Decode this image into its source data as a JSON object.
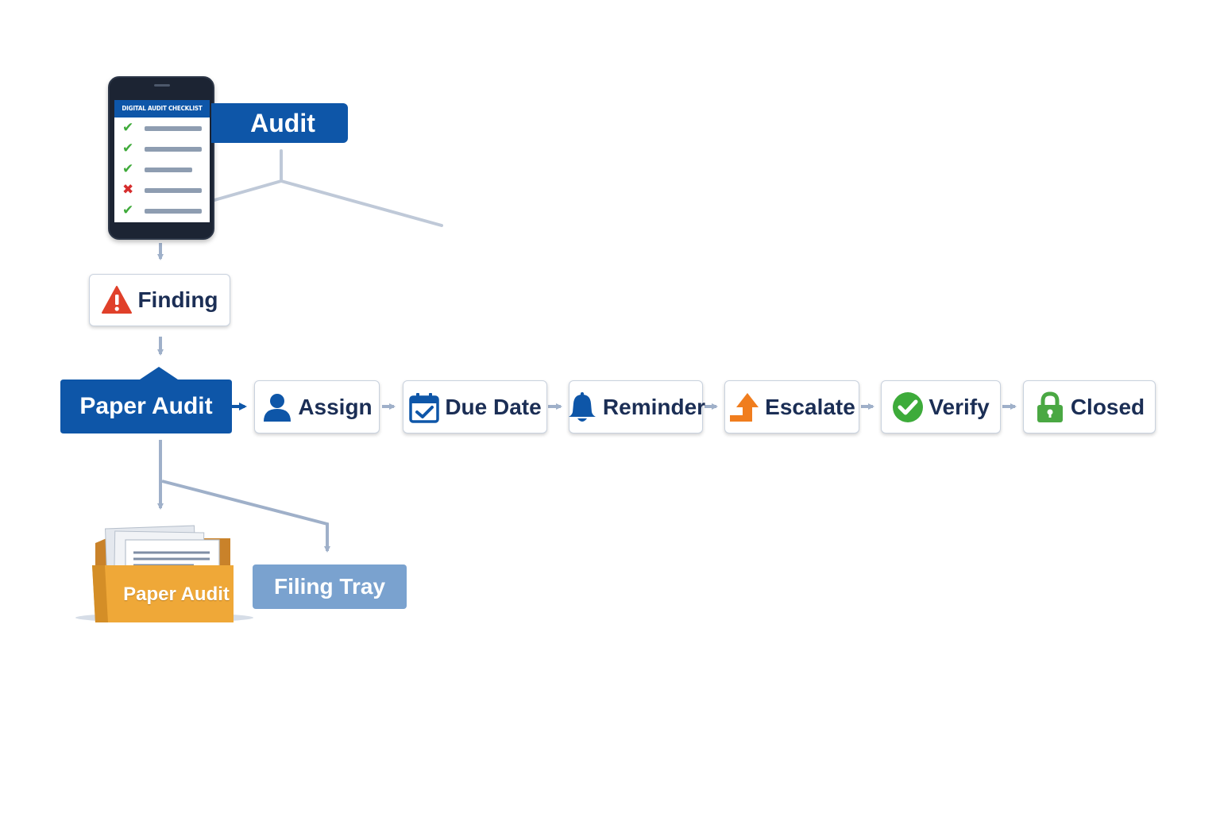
{
  "phone": {
    "header": "DIGITAL AUDIT CHECKLIST",
    "items": [
      {
        "status": "pass",
        "mark": "✔"
      },
      {
        "status": "pass",
        "mark": "✔"
      },
      {
        "status": "pass",
        "mark": "✔"
      },
      {
        "status": "fail",
        "mark": "✖"
      },
      {
        "status": "pass",
        "mark": "✔"
      }
    ]
  },
  "audit_label": "Audit",
  "finding_label": "Finding",
  "paper_audit_label": "Paper Audit",
  "workflow": [
    {
      "label": "Assign",
      "icon": "person-icon"
    },
    {
      "label": "Due Date",
      "icon": "calendar-check-icon"
    },
    {
      "label": "Reminder",
      "icon": "bell-icon"
    },
    {
      "label": "Escalate",
      "icon": "arrow-up-icon"
    },
    {
      "label": "Verify",
      "icon": "check-circle-icon"
    },
    {
      "label": "Closed",
      "icon": "lock-icon"
    }
  ],
  "folder_label": "Paper Audit",
  "filing_tray_label": "Filing Tray",
  "colors": {
    "primary_blue": "#0e56a8",
    "text_navy": "#1b2e55",
    "connector": "#9fb0c9",
    "pass_green": "#3faa3a",
    "fail_red": "#d62d2d",
    "warning_red": "#e0402a",
    "escalate_orange": "#f07d1e",
    "verify_green": "#3dab3a",
    "lock_green": "#4aa843",
    "folder_orange": "#efa838",
    "filing_tray_blue": "#7aa2cf"
  }
}
